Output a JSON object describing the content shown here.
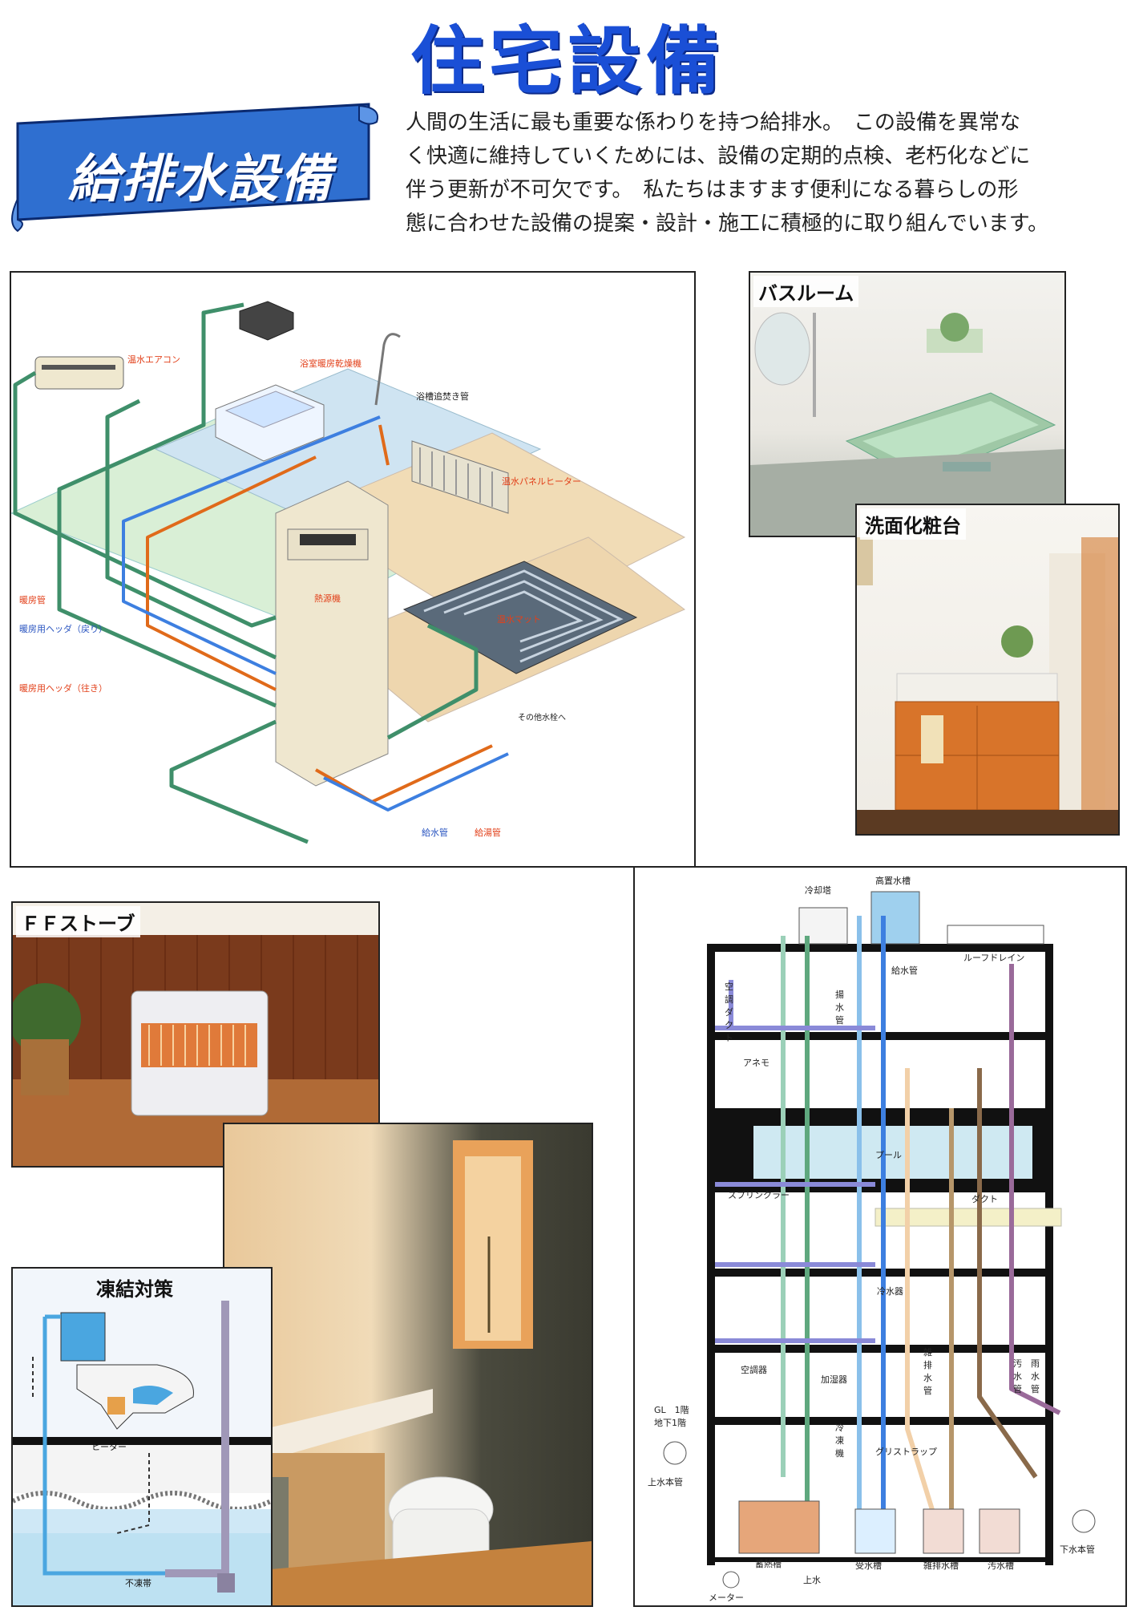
{
  "page": {
    "title": "住宅設備",
    "banner_title": "給排水設備",
    "intro_lines": [
      "人間の生活に最も重要な係わりを持つ給排水。　この設備を異常な",
      "く快適に維持していくためには、設備の定期的点検、老朽化などに",
      "伴う更新が不可欠です。　私たちはますます便利になる暮らしの形",
      "態に合わせた設備の提案・設計・施工に積極的に取り組んでいます。"
    ]
  },
  "heating_diagram": {
    "labels": {
      "aircon": "温水エアコン",
      "bath_dryer": "浴室暖房乾燥機",
      "bath_pipe": "浴槽追焚き管",
      "panel_heater": "温水パネルヒーター",
      "heating_pipe": "暖房管",
      "header_return": "暖房用ヘッダ（戻り）",
      "header_supply": "暖房用ヘッダ（往き）",
      "heat_source": "熱源機",
      "hot_mat": "温水マット",
      "other_faucets": "その他水栓へ",
      "water_pipe": "給水管",
      "hot_water_pipe": "給湯管"
    }
  },
  "photos": {
    "bathroom": "バスルーム",
    "vanity": "洗面化粧台",
    "ff_stove": "ＦＦストーブ",
    "freeze": "凍結対策"
  },
  "freeze_diagram": {
    "heater": "ヒーター",
    "non_freeze": "不凍帯"
  },
  "building_diagram": {
    "labels": {
      "cooling_tower": "冷却塔",
      "elevated_tank": "高置水槽",
      "roof_drain": "ルーフドレイン",
      "supply_pipe": "給水管",
      "ac_duct": "空調ダクト",
      "exhaust_pipe": "揚水管",
      "anemo": "アネモ",
      "pool": "プール",
      "duct": "ダクト",
      "sprinkler": "スプリンクラー",
      "water_cooler": "冷水器",
      "ac_unit": "空調器",
      "humidifier": "加湿器",
      "misc_drain": "雑排水管",
      "sewage_pipe": "汚水管",
      "rain_pipe": "雨水管",
      "gl_1f": "GL　1階",
      "b1f": "地下1階",
      "main_water": "上水本管",
      "chiller": "冷凍機",
      "grease_trap": "グリストラップ",
      "heat_storage": "蓄熱槽",
      "receiving_tank": "受水槽",
      "misc_tank": "雑排水槽",
      "sewage_tank": "汚水槽",
      "sewer_main": "下水本管",
      "meter": "メーター",
      "city_water": "上水"
    }
  },
  "colors": {
    "title_blue": "#1a4fd6",
    "banner_blue": "#2f6fd0",
    "water_blue": "#3d7fe0",
    "hot_orange": "#e06a1a",
    "heating_green": "#3f8f6a",
    "drain_purple": "#9a6a9a",
    "drain_brown": "#8a6a4a"
  }
}
